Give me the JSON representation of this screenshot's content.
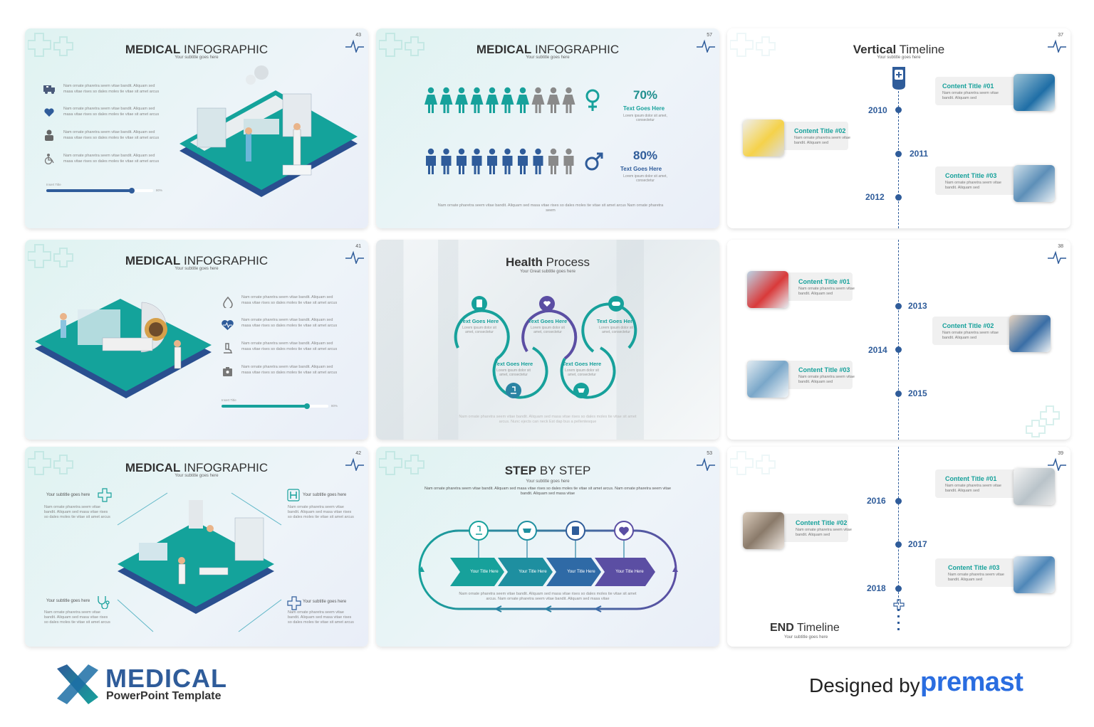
{
  "slides": {
    "s1": {
      "num": "43",
      "title_bold": "MEDICAL",
      "title_rest": " INFOGRAPHIC",
      "subtitle": "Your subtitle goes here",
      "items": [
        {
          "icon": "ambulance-icon",
          "text": "Nam ornate pharetra seem vitae bandit. Aliquam sed masa vitae rises so dales moles tie vitae sit amet arcus"
        },
        {
          "icon": "heart-icon",
          "text": "Nam ornate pharetra seem vitae bandit. Aliquam sed masa vitae rises so dales moles tie vitae sit amet arcus"
        },
        {
          "icon": "doctor-icon",
          "text": "Nam ornate pharetra seem vitae bandit. Aliquam sed masa vitae rises so dales moles tie vitae sit amet arcus"
        },
        {
          "icon": "wheelchair-icon",
          "text": "Nam ornate pharetra seem vitae bandit. Aliquam sed masa vitae rises so dales moles tie vitae sit amet arcus"
        }
      ],
      "bar_label": "Insert Title",
      "bar_pct": "80%",
      "bar_value": 0.8
    },
    "s2": {
      "num": "57",
      "title_bold": "MEDICAL",
      "title_rest": " INFOGRAPHIC",
      "subtitle": "Your subtitle goes here",
      "female_pct": "70%",
      "female_label": "Text Goes Here",
      "female_desc": "Lorem ipsum dolor sit amet, consectetur",
      "female_filled": 7,
      "male_pct": "80%",
      "male_label": "Text Goes Here",
      "male_desc": "Lorem ipsum dolor sit amet, consectetur",
      "male_filled": 8,
      "footer": "Nam ornate pharetra seem vitae bandit. Aliquam sed masa vitae rises so dales moles tie vitae sit amet arcus Nam ornate pharetra seem"
    },
    "s3": {
      "num": "37",
      "title_bold": "Vertical",
      "title_rest": " Timeline",
      "subtitle": "Your subtitle goes here",
      "years": [
        "2010",
        "2011",
        "2012"
      ],
      "cards": [
        {
          "title": "Content Title #01",
          "desc": "Nam ornate pharetra seem vitae bandit. Aliquam sed"
        },
        {
          "title": "Content Title #02",
          "desc": "Nam ornate pharetra seem vitae bandit. Aliquam sed"
        },
        {
          "title": "Content Title #03",
          "desc": "Nam ornate pharetra seem vitae bandit. Aliquam sed"
        }
      ]
    },
    "s4": {
      "num": "41",
      "title_bold": "MEDICAL",
      "title_rest": " INFOGRAPHIC",
      "subtitle": "Your subtitle goes here",
      "items": [
        {
          "icon": "drop-icon",
          "text": "Nam ornate pharetra seem vitae bandit. Aliquam sed masa vitae rises so dales moles tie vitae sit amet arcus"
        },
        {
          "icon": "heartbeat-icon",
          "text": "Nam ornate pharetra seem vitae bandit. Aliquam sed masa vitae rises so dales moles tie vitae sit amet arcus"
        },
        {
          "icon": "microscope-icon",
          "text": "Nam ornate pharetra seem vitae bandit. Aliquam sed masa vitae rises so dales moles tie vitae sit amet arcus"
        },
        {
          "icon": "id-card-icon",
          "text": "Nam ornate pharetra seem vitae bandit. Aliquam sed masa vitae rises so dales moles tie vitae sit amet arcus"
        }
      ],
      "bar_label": "Insert Title",
      "bar_pct": "80%",
      "bar_value": 0.8
    },
    "s5": {
      "title_bold": "Health",
      "title_rest": " Process",
      "subtitle": "Your Great subtitle goes here",
      "steps": [
        {
          "label": "Text Goes Here",
          "desc": "Lorem ipsum dolor sit amet, consectetur"
        },
        {
          "label": "Text Goes Here",
          "desc": "Lorem ipsum dolor sit amet, consectetur"
        },
        {
          "label": "Text Goes Here",
          "desc": "Lorem ipsum dolor sit amet, consectetur"
        },
        {
          "label": "Text Goes Here",
          "desc": "Lorem ipsum dolor sit amet, consectetur"
        },
        {
          "label": "Text Goes Here",
          "desc": "Lorem ipsum dolor sit amet, consectetur"
        }
      ],
      "footer": "Nam ornate pharetra seem vitae bandit. Aliquam sed masa vitae rises so dales moles tie vitae sit amet arcus. Nunc ejects can neck Est dap bus a pellentesque"
    },
    "s6": {
      "num": "38",
      "years": [
        "2013",
        "2014",
        "2015"
      ],
      "cards": [
        {
          "title": "Content Title #01",
          "desc": "Nam ornate pharetra seem vitae bandit. Aliquam sed"
        },
        {
          "title": "Content Title #02",
          "desc": "Nam ornate pharetra seem vitae bandit. Aliquam sed"
        },
        {
          "title": "Content Title #03",
          "desc": "Nam ornate pharetra seem vitae bandit. Aliquam sed"
        }
      ]
    },
    "s7": {
      "num": "42",
      "title_bold": "MEDICAL",
      "title_rest": " INFOGRAPHIC",
      "subtitle": "Your subtitle goes here",
      "corners": [
        {
          "title": "Your subtitle goes here",
          "text": "Nam ornate pharetra seem vitae bandit. Aliquam sed masa vitae rises so dales moles tie vitae sit amet arcus"
        },
        {
          "title": "Your subtitle goes here",
          "text": "Nam ornate pharetra seem vitae bandit. Aliquam sed masa vitae rises so dales moles tie vitae sit amet arcus"
        },
        {
          "title": "Your subtitle goes here",
          "text": "Nam ornate pharetra seem vitae bandit. Aliquam sed masa vitae rises so dales moles tie vitae sit amet arcus"
        },
        {
          "title": "Your subtitle goes here",
          "text": "Nam ornate pharetra seem vitae bandit. Aliquam sed masa vitae rises so dales moles tie vitae sit amet arcus"
        }
      ]
    },
    "s8": {
      "num": "53",
      "title_bold": "STEP",
      "title_rest": " BY STEP",
      "subtitle": "Your subtitle goes here",
      "intro": "Nam ornate pharetra seem vitae bandit. Aliquam sed masa vitae rises so dales moles tie vitae sit amet arcus. Nam ornate pharetra seem vitae bandit. Aliquam sed masa vitae",
      "arrows": [
        "Your Title Here",
        "Your Title Here",
        "Your Title Here",
        "Your Title Here"
      ],
      "footer": "Nam ornate pharetra seem vitae bandit. Aliquam sed masa vitae rises so dales moles tie vitae sit amet arcus. Nam ornate pharetra seem vitae bandit. Aliquam sed masa vitae"
    },
    "s9": {
      "num": "39",
      "years": [
        "2016",
        "2017",
        "2018"
      ],
      "cards": [
        {
          "title": "Content Title #01",
          "desc": "Nam ornate pharetra seem vitae bandit. Aliquam sed"
        },
        {
          "title": "Content Title #02",
          "desc": "Nam ornate pharetra seem vitae bandit. Aliquam sed"
        },
        {
          "title": "Content Title #03",
          "desc": "Nam ornate pharetra seem vitae bandit. Aliquam sed"
        }
      ],
      "end_bold": "END",
      "end_rest": " Timeline",
      "end_subtitle": "Your subtitle goes here"
    }
  },
  "brand": {
    "name": "MEDICAL",
    "sub": "PowerPoint Template",
    "designed_by": "Designed by",
    "company": "premast"
  },
  "colors": {
    "teal": "#17a19b",
    "blue": "#2f5c9a",
    "purple": "#5b4ea3",
    "grey_person": "#8a8a8a"
  }
}
